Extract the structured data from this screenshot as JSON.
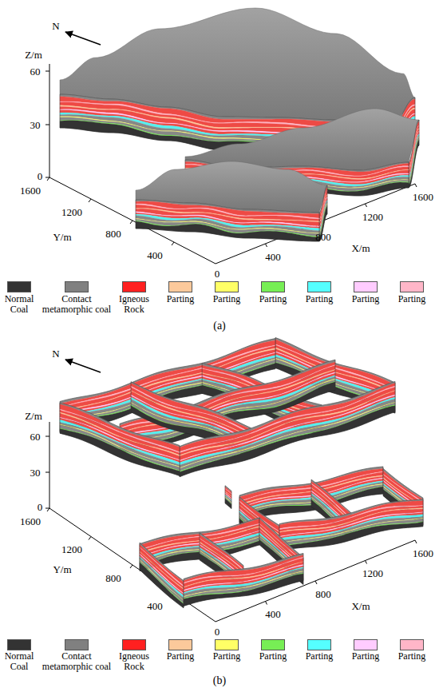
{
  "diagram": {
    "labels": [
      "N",
      "Z/m",
      "60",
      "30",
      "0",
      "1600",
      "1200",
      "Y/m",
      "800",
      "400",
      "0",
      "400",
      "800",
      "X/m",
      "1200",
      "1600",
      "(a)",
      "N",
      "Z/m",
      "60",
      "30",
      "0",
      "1600",
      "1200",
      "Y/m",
      "800",
      "400",
      "0",
      "400",
      "800",
      "X/m",
      "1200",
      "1600",
      "(b)"
    ],
    "legend": [
      {
        "text": "Normal Coal",
        "color": "#333333"
      },
      {
        "text": "Contact metamorphic coal",
        "color": "#808080"
      },
      {
        "text": "Igneous Rock",
        "color": "#ff2020"
      },
      {
        "text": "Parting",
        "color": "#fcc99b"
      },
      {
        "text": "Parting",
        "color": "#ffff66"
      },
      {
        "text": "Parting",
        "color": "#77ee55"
      },
      {
        "text": "Parting",
        "color": "#55ffff"
      },
      {
        "text": "Parting",
        "color": "#ffccff"
      },
      {
        "text": "Parting",
        "color": "#ffb6c8"
      },
      {
        "text": "Normal Coal",
        "color": "#333333"
      },
      {
        "text": "Contact metamorphic coal",
        "color": "#808080"
      },
      {
        "text": "Igneous Rock",
        "color": "#ff2020"
      },
      {
        "text": "Parting",
        "color": "#fcc99b"
      },
      {
        "text": "Parting",
        "color": "#ffff66"
      },
      {
        "text": "Parting",
        "color": "#77ee55"
      },
      {
        "text": "Parting",
        "color": "#55ffff"
      },
      {
        "text": "Parting",
        "color": "#ffccff"
      },
      {
        "text": "Parting",
        "color": "#ffb6c8"
      }
    ]
  }
}
